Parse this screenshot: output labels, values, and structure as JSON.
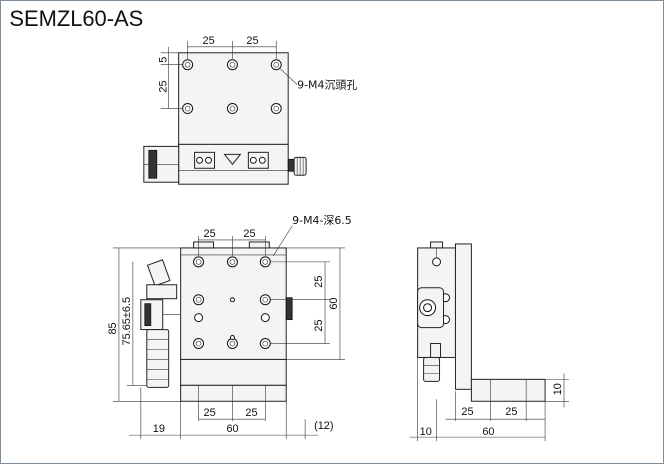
{
  "title": "SEMZL60-AS",
  "notes": {
    "top_holes": "9-M4沉頭孔",
    "front_holes": "9-M4-深6.5"
  },
  "dims": {
    "top_25a": "25",
    "top_25b": "25",
    "top_5": "5",
    "top_25v": "25",
    "front_25a": "25",
    "front_25b": "25",
    "front_right_25a": "25",
    "front_right_25b": "25",
    "front_right_60": "60",
    "front_85": "85",
    "front_75": "75.65±6.5",
    "front_bottom_25a": "25",
    "front_bottom_25b": "25",
    "front_19": "19",
    "front_60": "60",
    "front_12": "(12)",
    "side_25a": "25",
    "side_25b": "25",
    "side_10v": "10",
    "side_10": "10",
    "side_60": "60"
  }
}
